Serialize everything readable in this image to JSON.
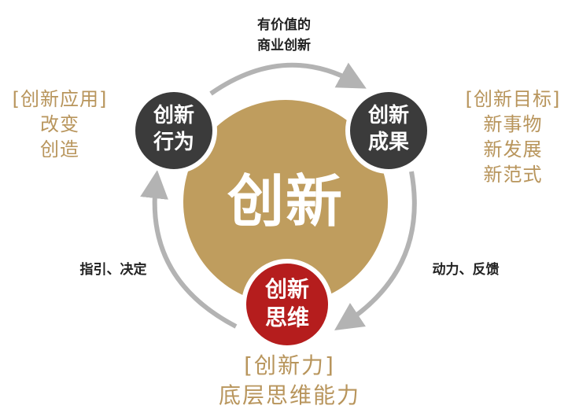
{
  "center": {
    "label": "创新",
    "color": "#bf9d5e"
  },
  "nodes": {
    "behavior": {
      "lines": [
        "创新",
        "行为"
      ],
      "color": "#3b3b3b"
    },
    "result": {
      "lines": [
        "创新",
        "成果"
      ],
      "color": "#3b3b3b"
    },
    "thinking": {
      "lines": [
        "创新",
        "思维"
      ],
      "color": "#b51d1d"
    }
  },
  "arrows": {
    "top": {
      "lines": [
        "有价值的",
        "商业创新"
      ]
    },
    "right": {
      "label": "动力、反馈"
    },
    "left": {
      "label": "指引、决定"
    },
    "color": "#b3b3b3"
  },
  "left_box": {
    "lines": [
      "[创新应用]",
      "改变",
      "创造"
    ]
  },
  "right_box": {
    "lines": [
      "[创新目标]",
      "新事物",
      "新发展",
      "新范式"
    ]
  },
  "bottom_box": {
    "lines": [
      "[创新力]",
      "底层思维能力"
    ]
  }
}
